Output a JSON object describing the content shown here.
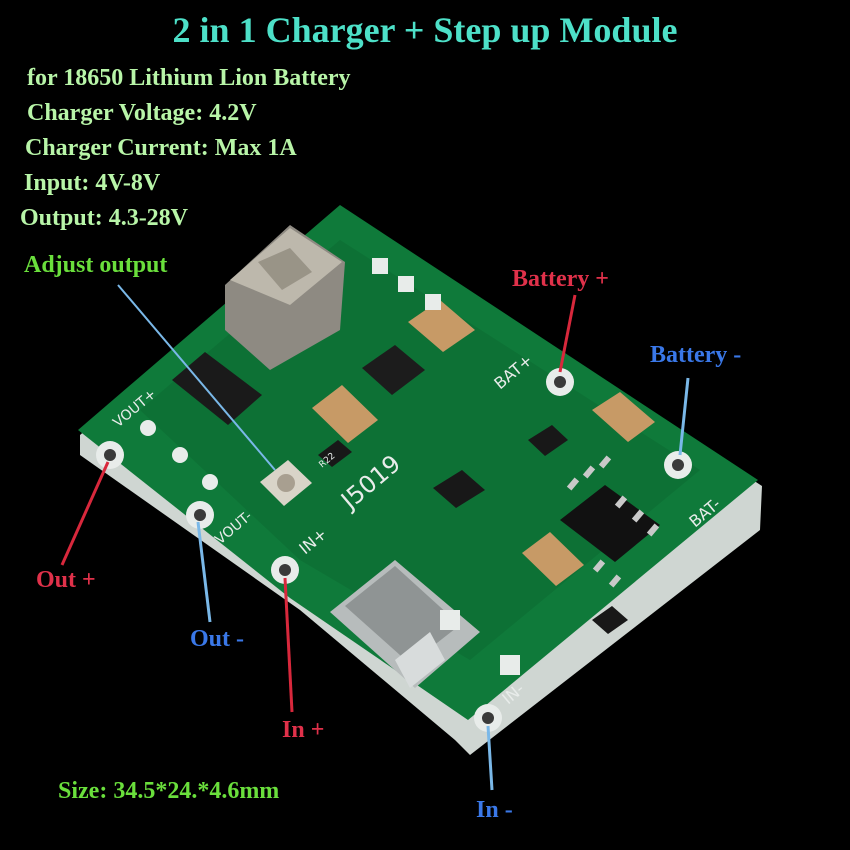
{
  "title": "2 in 1 Charger + Step up Module",
  "specs": [
    "for 18650 Lithium Lion Battery",
    "Charger Voltage: 4.2V",
    "Charger Current: Max 1A",
    "Input: 4V-8V",
    "Output: 4.3-28V"
  ],
  "size_text": "Size: 34.5*24.*4.6mm",
  "labels": {
    "adjust_output": "Adjust output",
    "battery_plus": "Battery +",
    "battery_minus": "Battery -",
    "out_plus": "Out +",
    "out_minus": "Out -",
    "in_plus": "In +",
    "in_minus": "In -"
  },
  "silkscreen": {
    "vout_plus": "VOUT+",
    "vout_minus": "VOUT-",
    "in_plus": "IN+",
    "in_minus": "IN-",
    "bat_plus": "BAT+",
    "bat_minus": "BAT-",
    "board_id": "J5019",
    "res_code": "R22"
  },
  "colors": {
    "title": "#4de0c8",
    "specs": "#b8f5a8",
    "green_label": "#6adf3c",
    "red_label": "#e0314a",
    "blue_label": "#3a78e8",
    "pcb": "#0f7a3a",
    "pad": "#e8ecea",
    "leader_blue": "#7ab8e8",
    "leader_red": "#d8283c"
  }
}
